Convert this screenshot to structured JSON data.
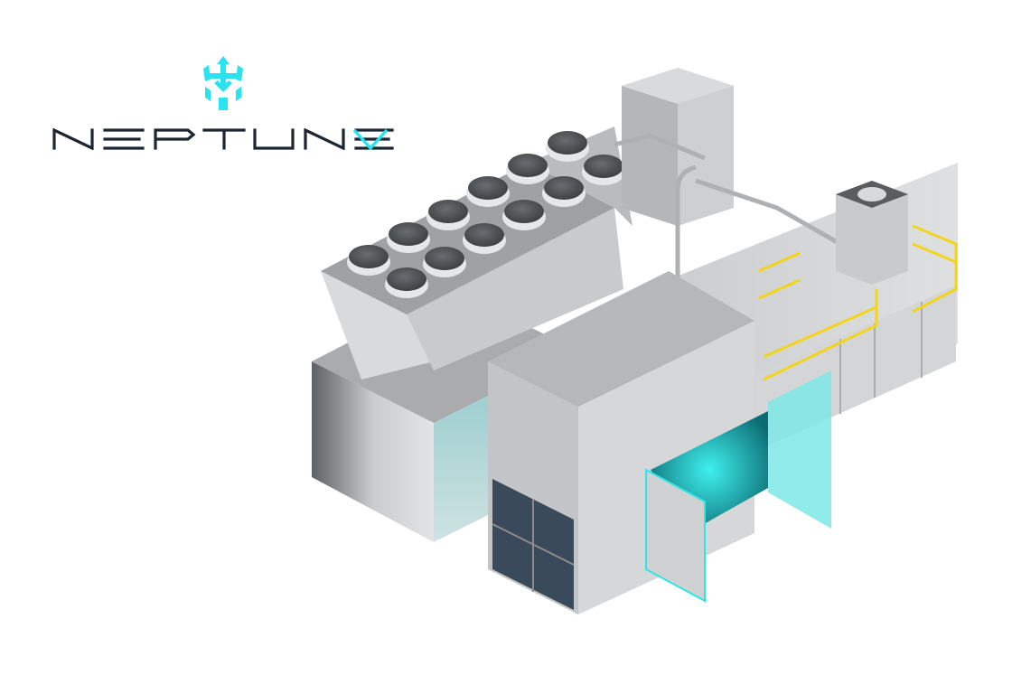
{
  "brand": {
    "name": "NEPTUNEV",
    "wordmark_main": "NEPTUNE",
    "wordmark_accent": "V",
    "logo_icon": "trident-icon",
    "colors": {
      "wordmark": "#1c2631",
      "accent": "#29e3f2"
    }
  },
  "image": {
    "subject": "Isometric 3D render of a stainless steel industrial processing unit",
    "colors": {
      "steel_light": "#d9dadb",
      "steel_mid": "#b0b2b4",
      "steel_dark": "#6f7274",
      "cap_dark": "#4a4c4e",
      "railing_yellow": "#f2d51c",
      "glow_cyan": "#2fe6e6"
    }
  }
}
